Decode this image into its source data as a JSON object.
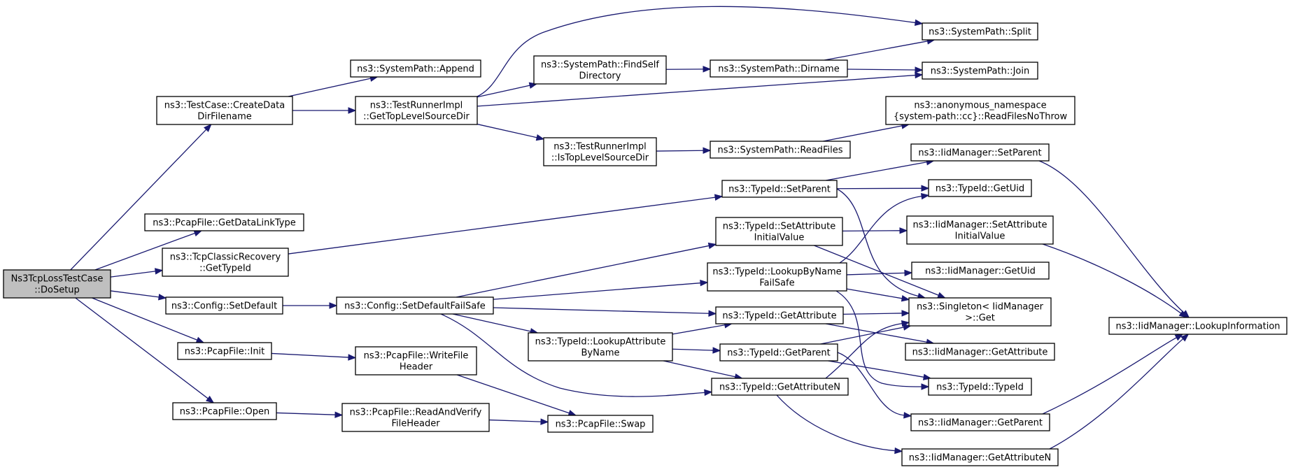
{
  "colors": {
    "edge": "#191970",
    "node_border": "#000000",
    "node_fill": "#ffffff",
    "root_fill": "#bfbfbf"
  },
  "nodes": [
    {
      "id": "root",
      "lines": [
        "Ns3TcpLossTestCase",
        "::DoSetup"
      ],
      "root": true
    },
    {
      "id": "createData",
      "lines": [
        "ns3::TestCase::CreateData",
        "DirFilename"
      ]
    },
    {
      "id": "getDataLinkType",
      "lines": [
        "ns3::PcapFile::GetDataLinkType"
      ]
    },
    {
      "id": "tcpClassicGetTypeId",
      "lines": [
        "ns3::TcpClassicRecovery",
        "::GetTypeId"
      ]
    },
    {
      "id": "configSetDefault",
      "lines": [
        "ns3::Config::SetDefault"
      ]
    },
    {
      "id": "pcapInit",
      "lines": [
        "ns3::PcapFile::Init"
      ]
    },
    {
      "id": "pcapOpen",
      "lines": [
        "ns3::PcapFile::Open"
      ]
    },
    {
      "id": "spAppend",
      "lines": [
        "ns3::SystemPath::Append"
      ]
    },
    {
      "id": "getTopLevel",
      "lines": [
        "ns3::TestRunnerImpl",
        "::GetTopLevelSourceDir"
      ]
    },
    {
      "id": "findSelf",
      "lines": [
        "ns3::SystemPath::FindSelf",
        "Directory"
      ]
    },
    {
      "id": "isTopLevel",
      "lines": [
        "ns3::TestRunnerImpl",
        "::IsTopLevelSourceDir"
      ]
    },
    {
      "id": "spDirname",
      "lines": [
        "ns3::SystemPath::Dirname"
      ]
    },
    {
      "id": "spReadFiles",
      "lines": [
        "ns3::SystemPath::ReadFiles"
      ]
    },
    {
      "id": "spSplit",
      "lines": [
        "ns3::SystemPath::Split"
      ]
    },
    {
      "id": "spJoin",
      "lines": [
        "ns3::SystemPath::Join"
      ]
    },
    {
      "id": "readFilesNoThrow",
      "lines": [
        "ns3::anonymous_namespace",
        "{system-path::cc}::ReadFilesNoThrow"
      ]
    },
    {
      "id": "configSetDefaultFailSafe",
      "lines": [
        "ns3::Config::SetDefaultFailSafe"
      ]
    },
    {
      "id": "writeFileHeader",
      "lines": [
        "ns3::PcapFile::WriteFile",
        "Header"
      ]
    },
    {
      "id": "readAndVerify",
      "lines": [
        "ns3::PcapFile::ReadAndVerify",
        "FileHeader"
      ]
    },
    {
      "id": "pcapSwap",
      "lines": [
        "ns3::PcapFile::Swap"
      ]
    },
    {
      "id": "tidSetParent",
      "lines": [
        "ns3::TypeId::SetParent"
      ]
    },
    {
      "id": "tidSetAttrInit",
      "lines": [
        "ns3::TypeId::SetAttribute",
        "InitialValue"
      ]
    },
    {
      "id": "tidLookupByName",
      "lines": [
        "ns3::TypeId::LookupByName",
        "FailSafe"
      ]
    },
    {
      "id": "tidGetAttribute",
      "lines": [
        "ns3::TypeId::GetAttribute"
      ]
    },
    {
      "id": "tidLookupAttr",
      "lines": [
        "ns3::TypeId::LookupAttribute",
        "ByName"
      ]
    },
    {
      "id": "tidGetParent",
      "lines": [
        "ns3::TypeId::GetParent"
      ]
    },
    {
      "id": "tidGetAttributeN",
      "lines": [
        "ns3::TypeId::GetAttributeN"
      ]
    },
    {
      "id": "imSetParent",
      "lines": [
        "ns3::IidManager::SetParent"
      ]
    },
    {
      "id": "tidGetUid",
      "lines": [
        "ns3::TypeId::GetUid"
      ]
    },
    {
      "id": "imSetAttrInit",
      "lines": [
        "ns3::IidManager::SetAttribute",
        "InitialValue"
      ]
    },
    {
      "id": "imGetUid",
      "lines": [
        "ns3::IidManager::GetUid"
      ]
    },
    {
      "id": "singletonGet",
      "lines": [
        "ns3::Singleton< IidManager",
        ">::Get"
      ]
    },
    {
      "id": "imGetAttribute",
      "lines": [
        "ns3::IidManager::GetAttribute"
      ]
    },
    {
      "id": "tidTypeId",
      "lines": [
        "ns3::TypeId::TypeId"
      ]
    },
    {
      "id": "imGetParent",
      "lines": [
        "ns3::IidManager::GetParent"
      ]
    },
    {
      "id": "imGetAttributeN",
      "lines": [
        "ns3::IidManager::GetAttributeN"
      ]
    },
    {
      "id": "imLookupInfo",
      "lines": [
        "ns3::IidManager::LookupInformation"
      ]
    }
  ],
  "edges": [
    [
      "root",
      "createData"
    ],
    [
      "root",
      "getDataLinkType"
    ],
    [
      "root",
      "tcpClassicGetTypeId"
    ],
    [
      "root",
      "configSetDefault"
    ],
    [
      "root",
      "pcapInit"
    ],
    [
      "root",
      "pcapOpen"
    ],
    [
      "createData",
      "spAppend"
    ],
    [
      "createData",
      "getTopLevel"
    ],
    [
      "getTopLevel",
      "spSplit"
    ],
    [
      "getTopLevel",
      "findSelf"
    ],
    [
      "getTopLevel",
      "spJoin"
    ],
    [
      "getTopLevel",
      "isTopLevel"
    ],
    [
      "findSelf",
      "spDirname"
    ],
    [
      "spDirname",
      "spSplit"
    ],
    [
      "spDirname",
      "spJoin"
    ],
    [
      "isTopLevel",
      "spReadFiles"
    ],
    [
      "spReadFiles",
      "readFilesNoThrow"
    ],
    [
      "tcpClassicGetTypeId",
      "tidSetParent"
    ],
    [
      "configSetDefault",
      "configSetDefaultFailSafe"
    ],
    [
      "configSetDefaultFailSafe",
      "tidSetAttrInit"
    ],
    [
      "configSetDefaultFailSafe",
      "tidLookupByName"
    ],
    [
      "configSetDefaultFailSafe",
      "tidGetAttribute"
    ],
    [
      "configSetDefaultFailSafe",
      "tidLookupAttr"
    ],
    [
      "configSetDefaultFailSafe",
      "tidGetAttributeN"
    ],
    [
      "pcapInit",
      "writeFileHeader"
    ],
    [
      "writeFileHeader",
      "pcapSwap"
    ],
    [
      "pcapOpen",
      "readAndVerify"
    ],
    [
      "readAndVerify",
      "pcapSwap"
    ],
    [
      "tidSetParent",
      "imSetParent"
    ],
    [
      "tidSetParent",
      "tidGetUid"
    ],
    [
      "tidSetParent",
      "singletonGet"
    ],
    [
      "tidSetAttrInit",
      "imSetAttrInit"
    ],
    [
      "tidSetAttrInit",
      "singletonGet"
    ],
    [
      "tidLookupByName",
      "tidGetUid"
    ],
    [
      "tidLookupByName",
      "imGetUid"
    ],
    [
      "tidLookupByName",
      "singletonGet"
    ],
    [
      "tidLookupByName",
      "tidTypeId"
    ],
    [
      "tidGetAttribute",
      "singletonGet"
    ],
    [
      "tidGetAttribute",
      "imGetAttribute"
    ],
    [
      "tidLookupAttr",
      "tidGetAttribute"
    ],
    [
      "tidLookupAttr",
      "tidGetParent"
    ],
    [
      "tidLookupAttr",
      "tidGetAttributeN"
    ],
    [
      "tidGetParent",
      "singletonGet"
    ],
    [
      "tidGetParent",
      "tidTypeId"
    ],
    [
      "tidGetParent",
      "imGetParent"
    ],
    [
      "tidGetAttributeN",
      "singletonGet"
    ],
    [
      "tidGetAttributeN",
      "imGetAttributeN"
    ],
    [
      "imSetParent",
      "imLookupInfo"
    ],
    [
      "imSetAttrInit",
      "imLookupInfo"
    ],
    [
      "imGetParent",
      "imLookupInfo"
    ],
    [
      "imGetAttributeN",
      "imLookupInfo"
    ]
  ]
}
